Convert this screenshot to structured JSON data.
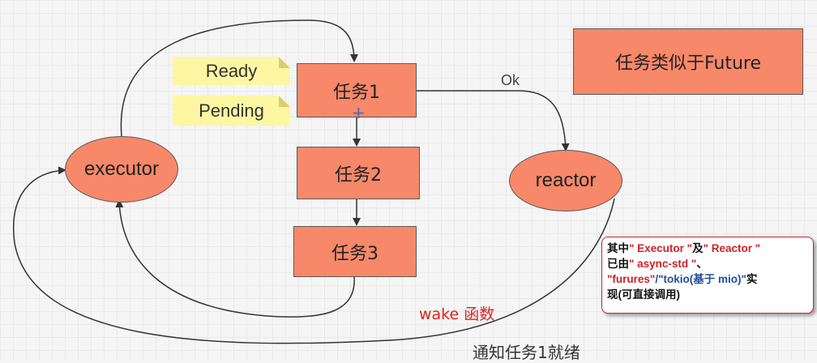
{
  "diagram": {
    "tasks": [
      "任务1",
      "任务2",
      "任务3"
    ],
    "executor_label": "executor",
    "reactor_label": "reactor",
    "future_box_label": "任务类似于Future",
    "notes": [
      "Ready",
      "Pending"
    ],
    "edge_labels": {
      "ok": "Ok",
      "wake": "wake 函数",
      "notify": "通知任务1就绪"
    },
    "plus_symbol": "+",
    "callout": {
      "t1": "其中",
      "t2": "\" Executor \"",
      "t3": "及",
      "t4": "\" Reactor \"",
      "t5": "已由",
      "t6": "\" async-std \"",
      "t7": "、",
      "t8": "\"furures\"",
      "t9": "/\"tokio(基于 mio)\"",
      "t10": "实",
      "t11": "现(可直接调用)"
    }
  },
  "colors": {
    "node_fill": "#f7886a",
    "note_fill": "#fdf6a3",
    "accent_red": "#d0202a",
    "edge_blue": "#1f4e9c"
  }
}
